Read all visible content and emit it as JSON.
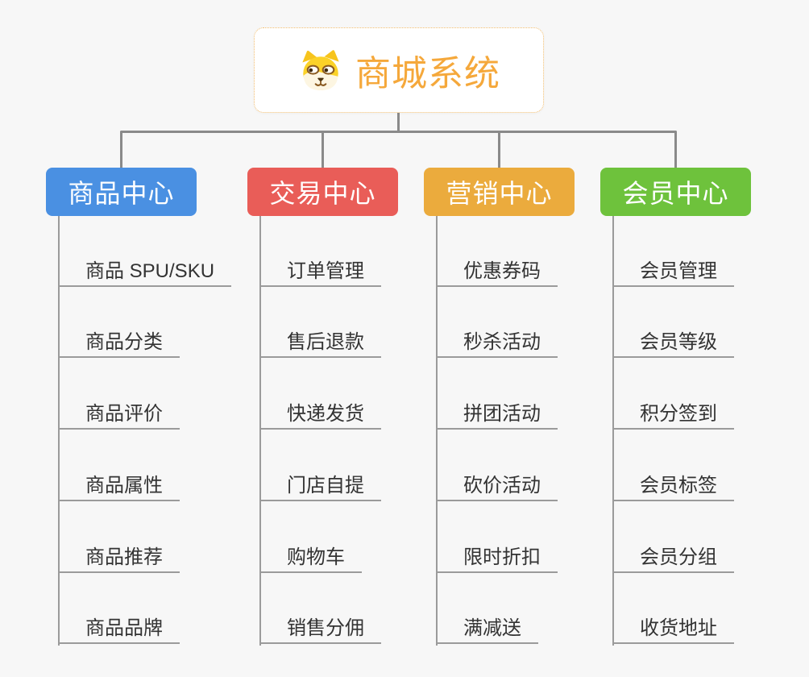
{
  "canvas": {
    "background": "#f7f7f7",
    "connector_color": "#8a8a8a",
    "leaf_line_color": "#9b9b9b",
    "leaf_text_color": "#333333"
  },
  "root": {
    "title": "商城系统",
    "icon": "dog-icon",
    "accent_color": "#f5a83b",
    "border_color": "#f2bd6e"
  },
  "branches": [
    {
      "label": "商品中心",
      "color": "#4a90e2",
      "items": [
        "商品 SPU/SKU",
        "商品分类",
        "商品评价",
        "商品属性",
        "商品推荐",
        "商品品牌"
      ]
    },
    {
      "label": "交易中心",
      "color": "#e95d58",
      "items": [
        "订单管理",
        "售后退款",
        "快递发货",
        "门店自提",
        "购物车",
        "销售分佣"
      ]
    },
    {
      "label": "营销中心",
      "color": "#ebab3d",
      "items": [
        "优惠券码",
        "秒杀活动",
        "拼团活动",
        "砍价活动",
        "限时折扣",
        "满减送"
      ]
    },
    {
      "label": "会员中心",
      "color": "#6ec23c",
      "items": [
        "会员管理",
        "会员等级",
        "积分签到",
        "会员标签",
        "会员分组",
        "收货地址"
      ]
    }
  ]
}
